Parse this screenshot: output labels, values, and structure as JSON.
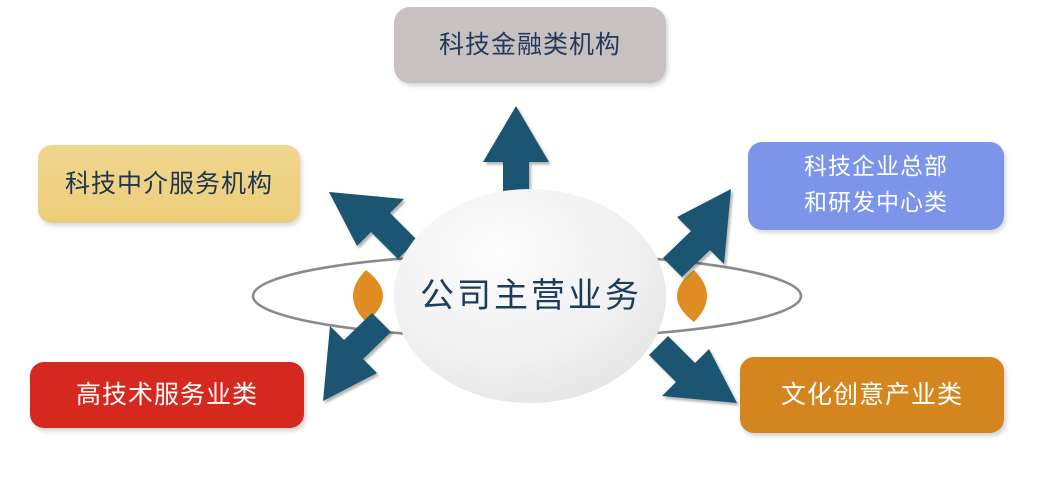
{
  "diagram": {
    "title": "公司主营业务",
    "hub": {
      "label": "公司主营业务",
      "name": "central-hub"
    },
    "nodes": [
      {
        "id": "finance",
        "label": "科技金融类机构",
        "lines": [
          "科技金融类机构"
        ],
        "color": "#c8c1c1",
        "text_color": "#243a5c",
        "position": "top"
      },
      {
        "id": "intermediary",
        "label": "科技中介服务机构",
        "lines": [
          "科技中介服务机构"
        ],
        "color": "#ecce79",
        "text_color": "#20354f",
        "position": "upper-left"
      },
      {
        "id": "hq",
        "label": "科技企业总部和研发中心类",
        "lines": [
          "科技企业总部",
          "和研发中心类"
        ],
        "color": "#7c95e8",
        "text_color": "#ffffff",
        "position": "upper-right"
      },
      {
        "id": "hightech",
        "label": "高技术服务业类",
        "lines": [
          "高技术服务业类"
        ],
        "color": "#d5291f",
        "text_color": "#ffffff",
        "position": "lower-left"
      },
      {
        "id": "culture",
        "label": "文化创意产业类",
        "lines": [
          "文化创意产业类"
        ],
        "color": "#d4851e",
        "text_color": "#ffffff",
        "position": "lower-right"
      }
    ],
    "arrows": [
      {
        "id": "arrow-up",
        "direction": "up",
        "from": "hub",
        "to": "finance"
      },
      {
        "id": "arrow-upper-left",
        "direction": "up-left",
        "from": "hub",
        "to": "intermediary"
      },
      {
        "id": "arrow-upper-right",
        "direction": "up-right",
        "from": "hub",
        "to": "hq"
      },
      {
        "id": "arrow-lower-left",
        "direction": "down-left",
        "from": "hub",
        "to": "hightech"
      },
      {
        "id": "arrow-lower-right",
        "direction": "down-right",
        "from": "hub",
        "to": "culture"
      }
    ],
    "colors": {
      "arrow": "#1a5472",
      "hub_fill_start": "#fbfbfb",
      "hub_fill_end": "#e6e6e6",
      "orbit_stroke": "#8a8a8a",
      "orbit_accent": "#df8c23",
      "background": "#ffffff"
    }
  }
}
